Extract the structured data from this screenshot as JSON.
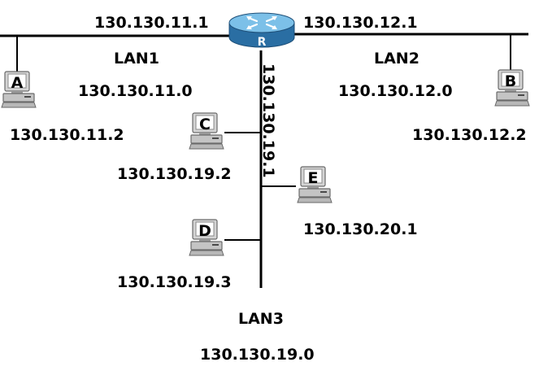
{
  "router": {
    "letter": "R",
    "body_color": "#2f7fb8",
    "top_color": "#6fb7e3"
  },
  "lans": {
    "lan1": {
      "name": "LAN1",
      "network": "130.130.11.0",
      "gateway": "130.130.11.1"
    },
    "lan2": {
      "name": "LAN2",
      "network": "130.130.12.0",
      "gateway": "130.130.12.1"
    },
    "lan3": {
      "name": "LAN3",
      "network": "130.130.19.0",
      "gateway": "130.130.19.1"
    }
  },
  "hosts": {
    "a": {
      "letter": "A",
      "ip": "130.130.11.2"
    },
    "b": {
      "letter": "B",
      "ip": "130.130.12.2"
    },
    "c": {
      "letter": "C",
      "ip": "130.130.19.2"
    },
    "d": {
      "letter": "D",
      "ip": "130.130.19.3"
    },
    "e": {
      "letter": "E",
      "ip": "130.130.20.1"
    }
  },
  "colors": {
    "pc_body": "#c9c9c9",
    "pc_dark": "#7a7a7a",
    "line": "#000000"
  }
}
